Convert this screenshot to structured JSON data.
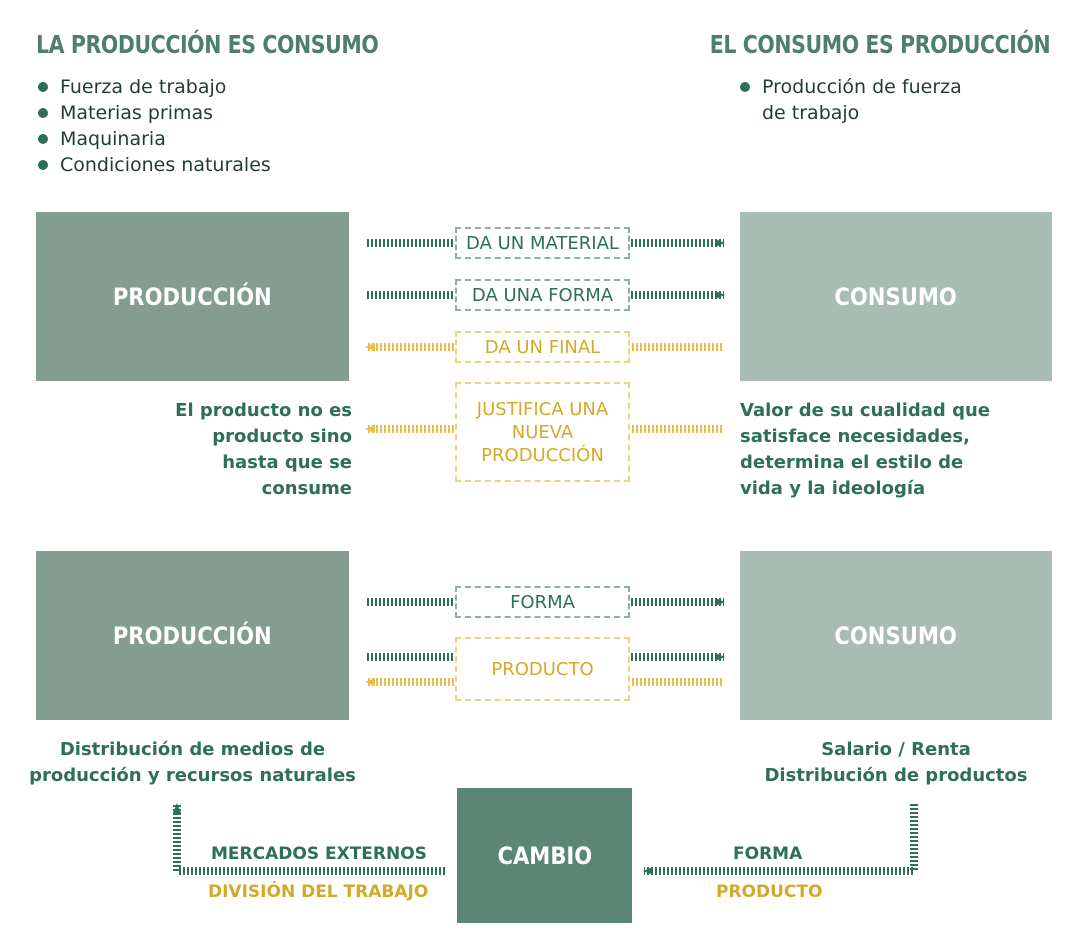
{
  "header_left": {
    "title": "LA PRODUCCIÓN ES CONSUMO",
    "items": [
      "Fuerza de trabajo",
      "Materias primas",
      "Maquinaria",
      "Condiciones naturales"
    ]
  },
  "header_right": {
    "title": "EL CONSUMO ES PRODUCCIÓN",
    "items": [
      "Producción de fuerza de trabajo"
    ]
  },
  "section1": {
    "produccion": "PRODUCCIÓN",
    "consumo": "CONSUMO",
    "labels": {
      "material": "DA UN MATERIAL",
      "forma": "DA UNA FORMA",
      "final": "DA UN FINAL",
      "justifica": "JUSTIFICA UNA NUEVA PRODUCCIÓN"
    },
    "note_left": "El producto no es producto sino hasta que se consume",
    "note_right": "Valor de su cualidad que satisface necesidades, determina el estilo de vida y la ideología"
  },
  "section2": {
    "produccion": "PRODUCCIÓN",
    "consumo": "CONSUMO",
    "labels": {
      "forma": "FORMA",
      "producto": "PRODUCTO"
    },
    "note_left": "Distribución de medios de producción y recursos naturales",
    "note_right": "Salario / Renta Distribución de productos"
  },
  "cambio": {
    "label": "CAMBIO",
    "left_top": "MERCADOS EXTERNOS",
    "left_bottom": "DIVISIÓN DEL TRABAJO",
    "right_top": "FORMA",
    "right_bottom": "PRODUCTO"
  },
  "colors": {
    "green": "#2f6f57",
    "yellow": "#d4a92a",
    "produccion_box": "#839d90",
    "consumo_box": "#a9bcb3",
    "cambio_box": "#5b8675"
  }
}
